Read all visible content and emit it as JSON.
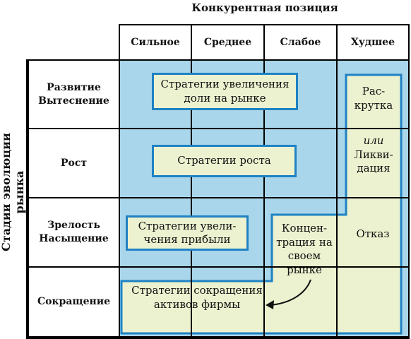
{
  "titles": {
    "top": "Конкурентная позиция",
    "side": "Стадии эволюции рынка"
  },
  "columns": [
    "Сильное",
    "Среднее",
    "Слабое",
    "Худшее"
  ],
  "rows": {
    "r1_line1": "Развитие",
    "r1_line2": "Вытеснение",
    "r2": "Рост",
    "r3_line1": "Зрелость",
    "r3_line2": "Насыщение",
    "r4": "Сокращение"
  },
  "strategies": {
    "share_line1": "Стратегии увеличения",
    "share_line2": "доли на рынке",
    "growth": "Стратегии роста",
    "profit_line1": "Стратегии увели-",
    "profit_line2": "чения прибыли",
    "reduce_line1": "Стратегии сокращения",
    "reduce_line2": "активов фирмы",
    "promo_line1": "Рас-",
    "promo_line2": "крутка",
    "or": "или",
    "liq_line1": "Ликви-",
    "liq_line2": "дация",
    "refuse": "Отказ",
    "conc_line1": "Концен-",
    "conc_line2": "трация на",
    "conc_line3": "своем",
    "conc_line4": "рынке"
  },
  "colors": {
    "area_blue": "#a9d6ea",
    "box_fill": "#ecf1cf",
    "box_border": "#1f82c4",
    "grid": "#000000"
  }
}
